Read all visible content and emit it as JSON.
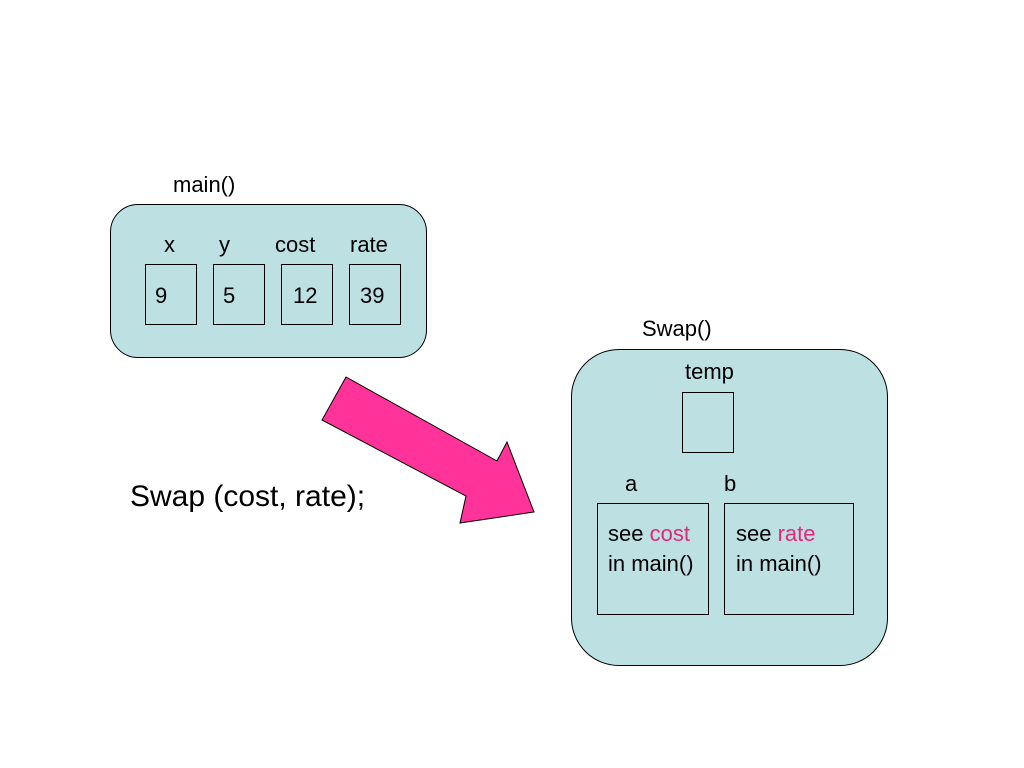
{
  "colors": {
    "frame_fill": "#bde0e3",
    "arrow_fill": "#ff3399",
    "highlight_text": "#e8257a"
  },
  "main_frame": {
    "title": "main()",
    "variables": [
      {
        "name": "x",
        "value": "9"
      },
      {
        "name": "y",
        "value": "5"
      },
      {
        "name": "cost",
        "value": "12"
      },
      {
        "name": "rate",
        "value": "39"
      }
    ]
  },
  "call_statement": "Swap (cost, rate);",
  "swap_frame": {
    "title": "Swap()",
    "temp": {
      "name": "temp",
      "value": ""
    },
    "params": [
      {
        "name": "a",
        "prefix": "see ",
        "ref": "cost",
        "suffix": "in main()"
      },
      {
        "name": "b",
        "prefix": "see ",
        "ref": "rate",
        "suffix": "in main()"
      }
    ]
  }
}
